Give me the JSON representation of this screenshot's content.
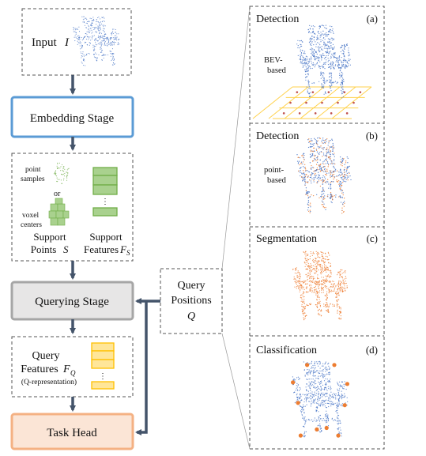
{
  "left_flow": {
    "input_label": "Input",
    "input_var": "I",
    "embedding_stage": "Embedding Stage",
    "support": {
      "point_samples": [
        "point",
        "samples"
      ],
      "or": "or",
      "voxel_centers": [
        "voxel",
        "centers"
      ],
      "support_points": [
        "Support",
        "Points"
      ],
      "support_points_var": "S",
      "support_features": [
        "Support",
        "Features"
      ],
      "support_features_var": "F",
      "support_features_sub": "S",
      "dots": "⋮"
    },
    "querying_stage": "Querying Stage",
    "query_features": {
      "line1": "Query",
      "line2": "Features",
      "var": "F",
      "sub": "Q",
      "note": "(Q-representation)",
      "dots": "⋮"
    },
    "task_head": "Task Head"
  },
  "query_positions": {
    "line1": "Query",
    "line2": "Positions",
    "var": "Q"
  },
  "tasks": [
    {
      "title": "Detection",
      "tag": "(a)",
      "note": [
        "BEV-",
        "based"
      ]
    },
    {
      "title": "Detection",
      "tag": "(b)",
      "note": [
        "point-",
        "based"
      ]
    },
    {
      "title": "Segmentation",
      "tag": "(c)",
      "note": []
    },
    {
      "title": "Classification",
      "tag": "(d)",
      "note": []
    }
  ],
  "colors": {
    "embedding_border": "#5b9bd5",
    "querying_border": "#a6a6a6",
    "querying_fill": "#e7e6e6",
    "task_head_border": "#f4b183",
    "task_head_fill": "#fbe5d6",
    "arrow": "#44546a",
    "support_feature": "#70ad47",
    "query_feature": "#ffc000",
    "cloud_blue": "#4472c4",
    "cloud_orange": "#ed7d31"
  }
}
